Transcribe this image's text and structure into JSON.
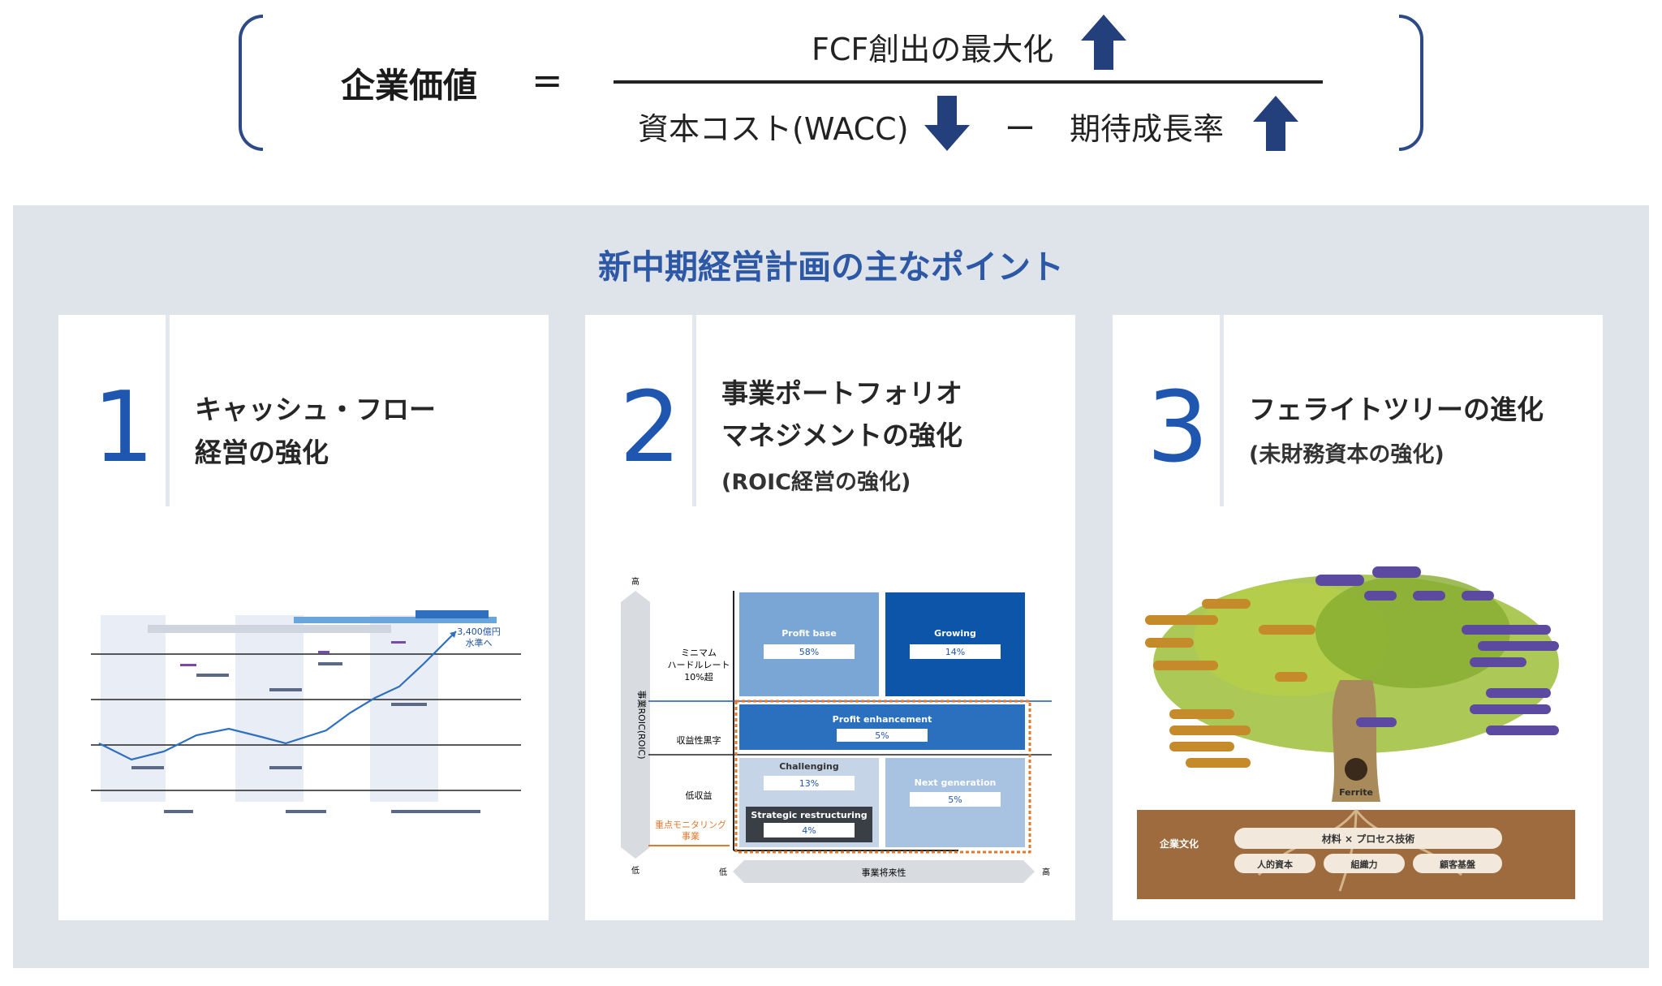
{
  "formula": {
    "lhs": "企業価値",
    "equals": "=",
    "numerator": "FCF創出の最大化",
    "denominator_left": "資本コスト(WACC)",
    "minus": "ー",
    "denominator_right": "期待成長率",
    "arrows": {
      "numerator": "up",
      "denominator_left": "down",
      "denominator_right": "up"
    },
    "arrow_color": "#233f7c"
  },
  "section_title": "新中期経営計画の主なポイント",
  "cards": [
    {
      "number": "1",
      "heading": [
        "キャッシュ・フロー",
        "経営の強化"
      ],
      "sub": ""
    },
    {
      "number": "2",
      "heading": [
        "事業ポートフォリオ",
        "マネジメントの強化"
      ],
      "sub": "(ROIC経営の強化)"
    },
    {
      "number": "3",
      "heading": [
        "フェライトツリーの進化"
      ],
      "sub": "(未財務資本の強化)"
    }
  ],
  "thumb_portfolio": {
    "y_top": "高",
    "y_bottom": "低",
    "x_left": "低",
    "x_right": "高",
    "y_axis": "事業ROIC(ROIC)",
    "x_axis": "事業将来性",
    "row1": "ミニマム\nハードルレート\n10%超",
    "row2": "収益性黒字",
    "row3": "低収益",
    "monitor": "重点モニタリング\n事業",
    "cells": [
      {
        "name": "Profit base",
        "value": "58%"
      },
      {
        "name": "Growing",
        "value": "14%"
      },
      {
        "name": "Profit enhancement",
        "value": "5%"
      },
      {
        "name": "Challenging",
        "value": "13%"
      },
      {
        "name": "Strategic restructuring",
        "value": "4%"
      },
      {
        "name": "Next generation",
        "value": "5%"
      }
    ]
  },
  "thumb_cashflow": {
    "target": "3,400億円\n水準へ"
  },
  "thumb_tree": {
    "base_left": "企業文化",
    "base_mid": "材料 × プロセス技術",
    "base_items": [
      "人的資本",
      "組織力",
      "顧客基盤"
    ],
    "trunk": "Ferrite"
  }
}
